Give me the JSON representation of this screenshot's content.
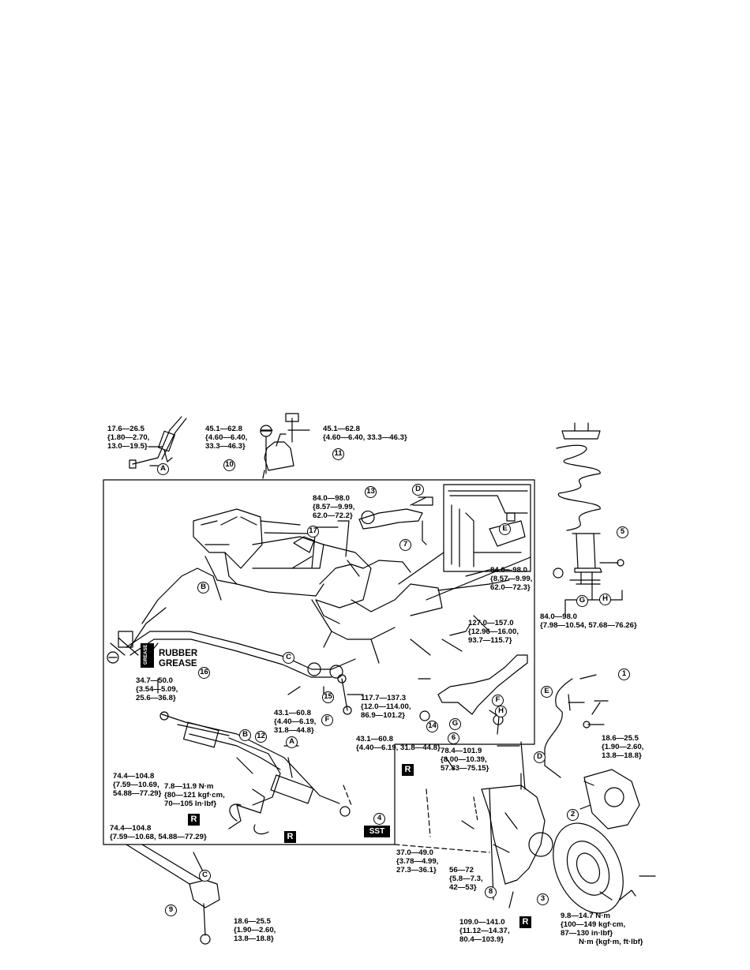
{
  "torques": {
    "t1": "17.6—26.5\n{1.80—2.70,\n13.0—19.5}",
    "t2": "45.1—62.8\n{4.60—6.40,\n33.3—46.3}",
    "t3": "45.1—62.8\n{4.60—6.40, 33.3—46.3}",
    "t4": "84.0—98.0\n{8.57—9.99,\n62.0—72.2}",
    "t5": "84.0—98.0\n{8.57—9.99,\n62.0—72.3}",
    "t6": "84.0—98.0\n{7.98—10.54, 57.68—76.26}",
    "t7": "127.0—157.0\n{12.96—16.00,\n93.7—115.7}",
    "t8": "34.7—50.0\n{3.54—5.09,\n25.6—36.8}",
    "t9": "117.7—137.3\n{12.0—114.00,\n86.9—101.2}",
    "t10": "43.1—60.8\n{4.40—6.19,\n31.8—44.8}",
    "t11": "43.1—60.8\n{4.40—6.19, 31.8—44.8}",
    "t12": "18.6—25.5\n{1.90—2.60,\n13.8—18.8}",
    "t13": "78.4—101.9\n{8.00—10.39,\n57.83—75.15}",
    "t14": "74.4—104.8\n{7.59—10.69,\n54.88—77.29}",
    "t15": "7.8—11.9 N·m\n{80—121 kgf·cm,\n70—105 In·lbf}",
    "t16": "74.4—104.8\n{7.59—10.68, 54.88—77.29}",
    "t17": "37.0—49.0\n{3.78—4.99,\n27.3—36.1}",
    "t18": "56—72\n{5.8—7.3,\n42—53}",
    "t19": "109.0—141.0\n{11.12—14.37,\n80.4—103.9}",
    "t20": "9.8—14.7 N·m\n{100—149 kgf·cm,\n87—130 in·lbf}",
    "t21": "18.6—25.5\n{1.90—2.60,\n13.8—18.8}"
  },
  "units_note": "N·m {kgf·m, ft·lbf}",
  "grease_label": "RUBBER\nGREASE",
  "grease_can_text": "GREASE",
  "marks": {
    "replace": "R",
    "sst": "SST"
  },
  "part_numbers": [
    "1",
    "2",
    "3",
    "4",
    "5",
    "6",
    "7",
    "8",
    "9",
    "10",
    "11",
    "12",
    "13",
    "14",
    "15",
    "16",
    "17"
  ],
  "ref_letters": [
    "A",
    "B",
    "C",
    "D",
    "E",
    "F",
    "G",
    "H"
  ]
}
